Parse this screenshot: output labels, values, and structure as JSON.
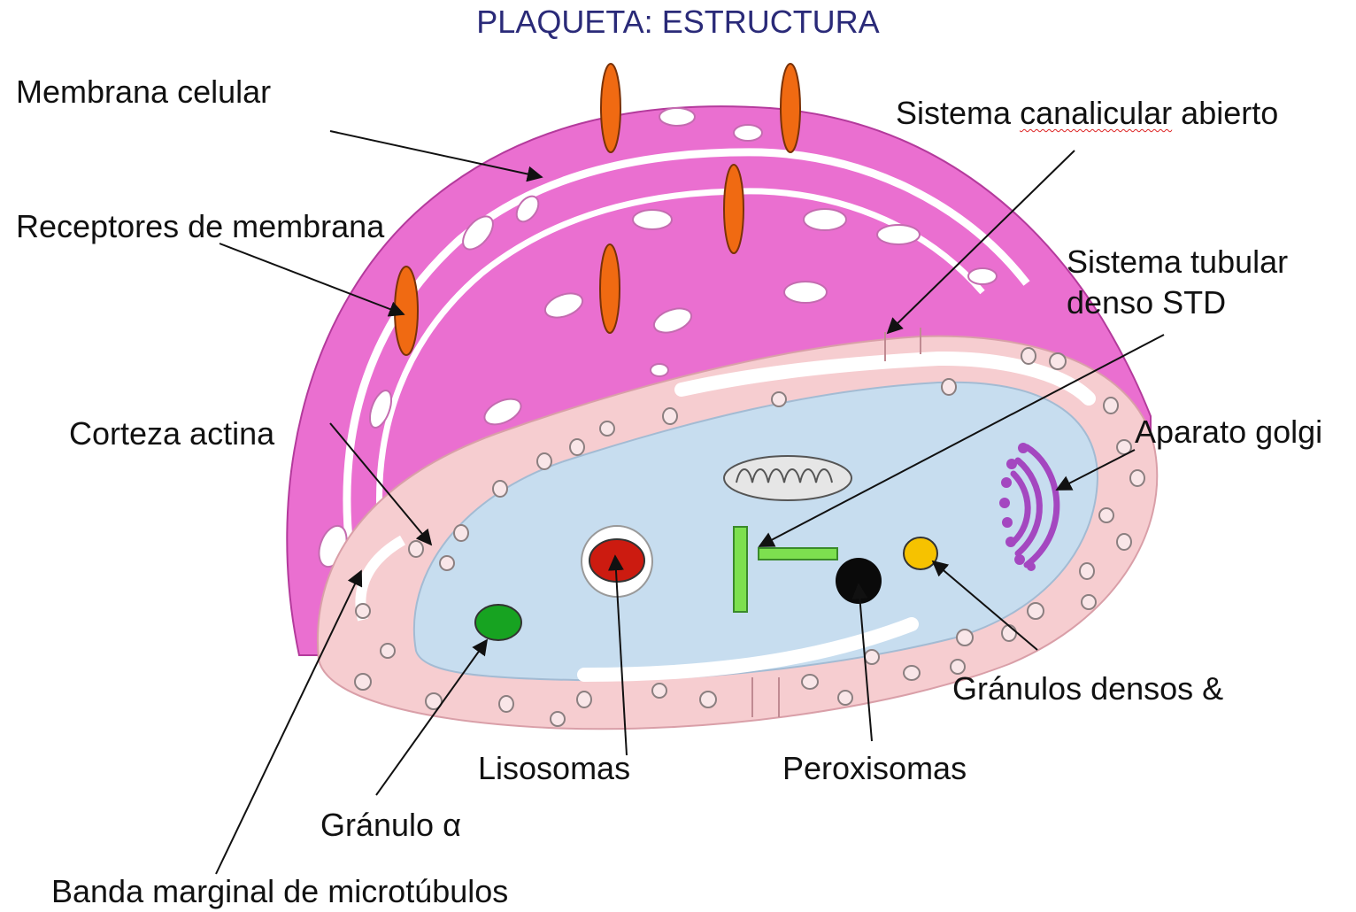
{
  "title": "PLAQUETA: ESTRUCTURA",
  "colors": {
    "membrane": "#ea6fd0",
    "cortex": "#f6cdd0",
    "cytoplasm": "#c7ddef",
    "receptor": "#f06a12",
    "lysosome": "#cc1b10",
    "alpha_granule": "#17a321",
    "peroxisome": "#0a0a0a",
    "dense_granule": "#f6c200",
    "golgi": "#a447c0",
    "dense_tubular": "#7de04f",
    "title": "#2a2a78"
  },
  "labels": {
    "membrana_celular": "Membrana celular",
    "receptores": "Receptores de membrana",
    "corteza_actina": "Corteza actina",
    "sistema_canalicular_1": "Sistema",
    "sistema_canalicular_2": "canalicular",
    "sistema_canalicular_3": "abierto",
    "sistema_tubular_1": "Sistema tubular",
    "sistema_tubular_2": "denso STD",
    "aparato_golgi": "Aparato golgi",
    "granulos_densos": "Gránulos densos &",
    "lisosomas": "Lisosomas",
    "peroxisomas": "Peroxisomas",
    "granulo_alfa": "Gránulo α",
    "banda_marginal": "Banda marginal de microtúbulos"
  }
}
